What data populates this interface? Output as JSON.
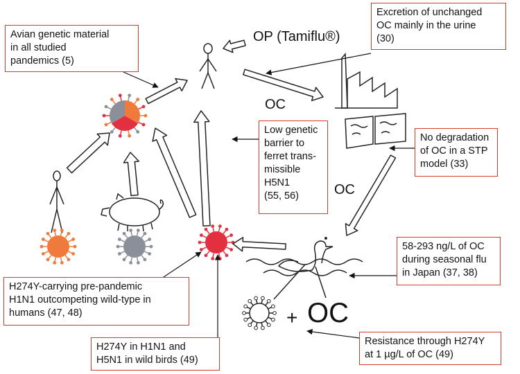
{
  "labels": {
    "drug": "OP (Tamiflu®)",
    "oc_top": "OC",
    "oc_mid": "OC",
    "oc_bottom": "OC",
    "plus": "+"
  },
  "callouts": {
    "avian": "Avian genetic material\nin all studied\npandemics (5)",
    "excretion": "Excretion of unchanged\nOC mainly in the urine\n(30)",
    "barrier": "Low genetic\nbarrier to\nferret trans-\nmissible\nH5N1\n(55, 56)",
    "degradation": "No degradation\nof OC in a STP\nmodel (33)",
    "japan": "58-293 ng/L of OC\nduring seasonal flu\nin Japan (37, 38)",
    "h274y_humans": "H274Y-carrying pre-pandemic\nH1N1 outcompeting wild-type in\nhumans (47, 48)",
    "h274y_birds": "H274Y in H1N1 and\nH5N1 in wild birds (49)",
    "resistance": "Resistance through H274Y\nat 1 µg/L of OC (49)"
  },
  "colors": {
    "callout_border": "#d23a2e",
    "virus_orange": "#f07a3c",
    "virus_red": "#e23040",
    "virus_gray": "#8a8f99",
    "ink": "#222222"
  }
}
